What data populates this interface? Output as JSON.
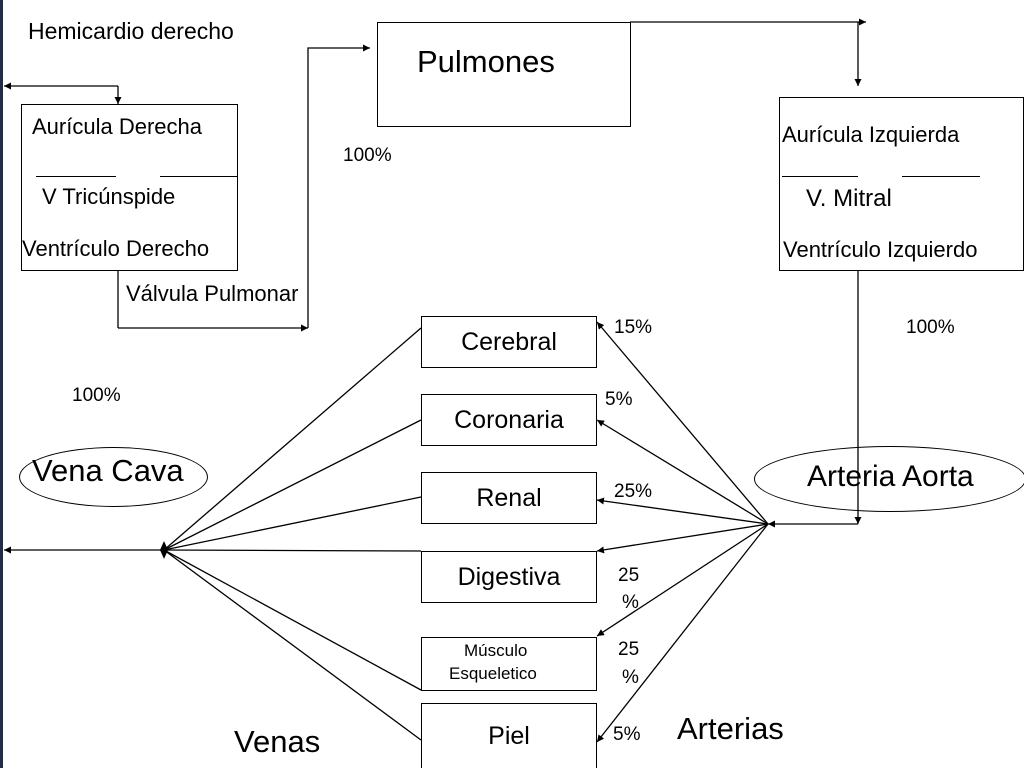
{
  "header": {
    "title": "Hemicardio derecho"
  },
  "right_heart": {
    "atrium": "Aurícula Derecha",
    "valve": "V Tricúnspide",
    "ventricle": "Ventrículo Derecho",
    "pulmonary_valve": "Válvula Pulmonar"
  },
  "lungs": {
    "label": "Pulmones",
    "percent": "100%"
  },
  "left_heart": {
    "atrium": "Aurícula Izquierda",
    "valve": "V. Mitral",
    "ventricle": "Ventrículo Izquierdo",
    "percent": "100%"
  },
  "vena_cava": {
    "label": "Vena Cava",
    "percent": "100%"
  },
  "aorta": {
    "label": "Arteria Aorta"
  },
  "organs": [
    {
      "name": "Cerebral",
      "percent": "15%"
    },
    {
      "name": "Coronaria",
      "percent": "5%"
    },
    {
      "name": "Renal",
      "percent": "25%"
    },
    {
      "name": "Digestiva",
      "percent_line1": "25",
      "percent_line2": "%"
    },
    {
      "name_line1": "Músculo",
      "name_line2": "Esqueletico",
      "percent_line1": "25",
      "percent_line2": "%"
    },
    {
      "name": "Piel",
      "percent": "5%"
    }
  ],
  "footer": {
    "veins": "Venas",
    "arteries": "Arterias"
  },
  "colors": {
    "stroke": "#000000",
    "background": "#ffffff",
    "left_edge": "#1f2d4a"
  }
}
